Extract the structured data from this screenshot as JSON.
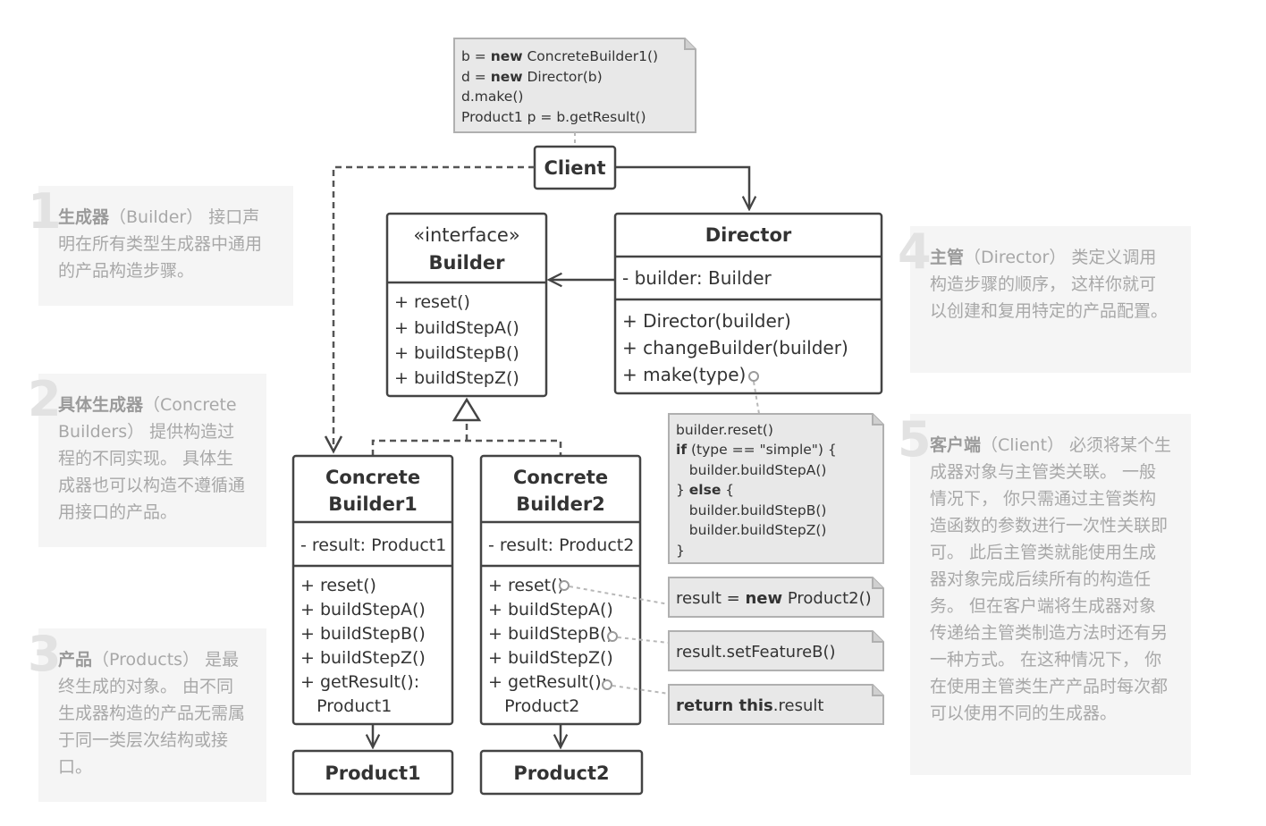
{
  "client_code": [
    {
      "pre": "b = ",
      "kw": "new",
      "post": " ConcreteBuilder1()"
    },
    {
      "pre": "d = ",
      "kw": "new",
      "post": " Director(b)"
    },
    {
      "pre": "d.make()",
      "kw": "",
      "post": ""
    },
    {
      "pre": "Product1 p = b.getResult()",
      "kw": "",
      "post": ""
    }
  ],
  "client": {
    "label": "Client"
  },
  "builder": {
    "stereotype": "«interface»",
    "name": "Builder",
    "methods": [
      "+ reset()",
      "+ buildStepA()",
      "+ buildStepB()",
      "+ buildStepZ()"
    ]
  },
  "director": {
    "name": "Director",
    "fields": [
      "- builder: Builder"
    ],
    "methods": [
      "+ Director(builder)",
      "+ changeBuilder(builder)",
      "+ make(type)"
    ]
  },
  "make_code": [
    {
      "kw": "",
      "text": "builder.reset()"
    },
    {
      "kw": "if",
      "text": " (type == \"simple\") {"
    },
    {
      "kw": "",
      "text": "   builder.buildStepA()"
    },
    {
      "kw": "",
      "text": "} ",
      "kw2": "else",
      "text2": " {"
    },
    {
      "kw": "",
      "text": "   builder.buildStepB()"
    },
    {
      "kw": "",
      "text": "   builder.buildStepZ()"
    },
    {
      "kw": "",
      "text": "}"
    }
  ],
  "concrete_builder1": {
    "name_line1": "Concrete",
    "name_line2": "Builder1",
    "fields": [
      "- result: Product1"
    ],
    "methods": [
      "+ reset()",
      "+ buildStepA()",
      "+ buildStepB()",
      "+ buildStepZ()",
      "+ getResult():",
      "   Product1"
    ]
  },
  "concrete_builder2": {
    "name_line1": "Concrete",
    "name_line2": "Builder2",
    "fields": [
      "- result: Product2"
    ],
    "methods": [
      "+ reset()",
      "+ buildStepA()",
      "+ buildStepB()",
      "+ buildStepZ()",
      "+ getResult():",
      "   Product2"
    ]
  },
  "notes": {
    "reset": {
      "pre": "result = ",
      "kw": "new",
      "post": " Product2()"
    },
    "stepb": {
      "pre": "result.setFeatureB()",
      "kw": "",
      "post": ""
    },
    "getresult": {
      "pre": "",
      "kw": "return this",
      "post": ".result"
    }
  },
  "product1": {
    "label": "Product1"
  },
  "product2": {
    "label": "Product2"
  },
  "callouts": [
    {
      "num": "1",
      "title": "生成器",
      "text": "（Builder） 接口声明在所有类型生成器中通用的产品构造步骤。"
    },
    {
      "num": "2",
      "title": "具体生成器",
      "text": "（Concrete Builders） 提供构造过程的不同实现。 具体生成器也可以构造不遵循通用接口的产品。"
    },
    {
      "num": "3",
      "title": "产品",
      "text": "（Products） 是最终生成的对象。 由不同生成器构造的产品无需属于同一类层次结构或接口。"
    },
    {
      "num": "4",
      "title": "主管",
      "text": "（Director） 类定义调用构造步骤的顺序， 这样你就可以创建和复用特定的产品配置。"
    },
    {
      "num": "5",
      "title": "客户端",
      "text": "（Client） 必须将某个生成器对象与主管类关联。 一般情况下， 你只需通过主管类构造函数的参数进行一次性关联即可。 此后主管类就能使用生成器对象完成后续所有的构造任务。 但在客户端将生成器对象传递给主管类制造方法时还有另一种方式。 在这种情况下， 你在使用主管类生产产品时每次都可以使用不同的生成器。"
    }
  ]
}
